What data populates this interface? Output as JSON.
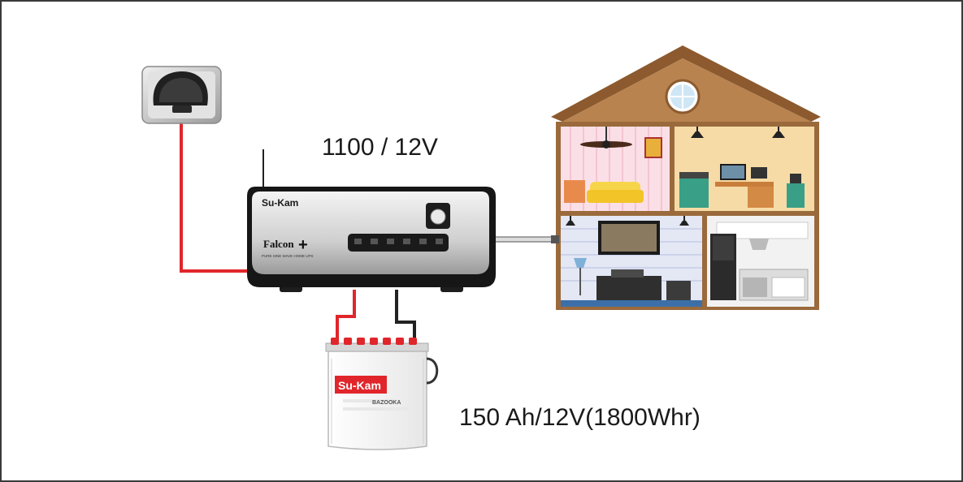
{
  "labels": {
    "inverter_rating": "1100 / 12V",
    "battery_rating": "150 Ah/12V(1800Whr)"
  },
  "inverter": {
    "brand": "Su-Kam",
    "model": "Falcon",
    "model_suffix": "+",
    "tagline": "PURE SINE WAVE HOME UPS"
  },
  "battery": {
    "brand": "Su-Kam",
    "model": "BAZOOKA"
  },
  "colors": {
    "live_wire": "#e0262b",
    "negative_wire": "#222222",
    "house_roof": "#a8703f",
    "house_wall": "#f3d4a0"
  }
}
